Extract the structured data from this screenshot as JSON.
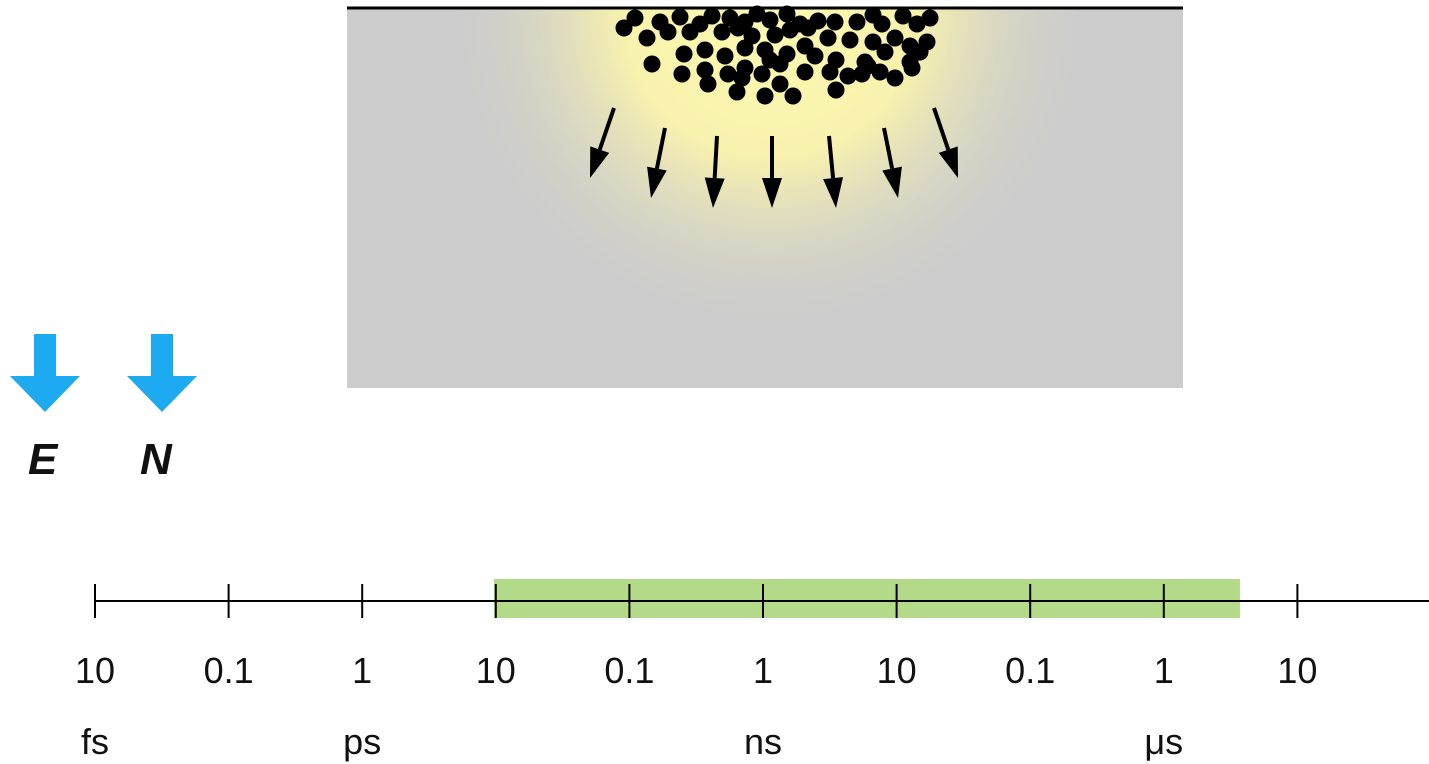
{
  "colors": {
    "sample": "#cccccc",
    "glow": "#fffbb0",
    "particle": "#000000",
    "beam_arrow": "#1eaaf1",
    "highlight_band": "#b3da88",
    "axis": "#000000"
  },
  "beam_arrows": {
    "labels": [
      "E",
      "N"
    ],
    "icon": "down-arrow-icon"
  },
  "timeline": {
    "tick_labels": [
      "10",
      "0.1",
      "1",
      "10",
      "0.1",
      "1",
      "10",
      "0.1",
      "1",
      "10"
    ],
    "unit_labels": [
      {
        "text": "fs",
        "tick": 0
      },
      {
        "text": "ps",
        "tick": 2
      },
      {
        "text": "ns",
        "tick": 5
      },
      {
        "text": "μs",
        "tick": 8
      }
    ],
    "highlight": {
      "from_tick": 3,
      "to_tick": 8.57
    }
  },
  "diffusion_arrows_count": 7
}
